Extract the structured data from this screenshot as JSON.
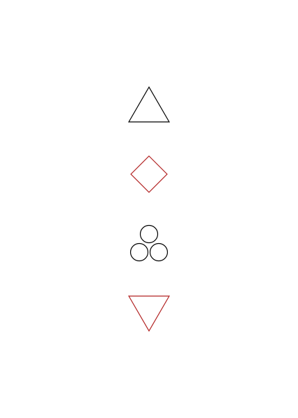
{
  "background": "#ffffff",
  "shapes": [
    {
      "name": "triangle-up-icon",
      "kind": "triangle-up",
      "color": "#000000"
    },
    {
      "name": "diamond-icon",
      "kind": "diamond",
      "color": "#b22222"
    },
    {
      "name": "three-circles-icon",
      "kind": "three-circles",
      "color": "#000000"
    },
    {
      "name": "triangle-down-icon",
      "kind": "triangle-down",
      "color": "#b22222"
    }
  ]
}
